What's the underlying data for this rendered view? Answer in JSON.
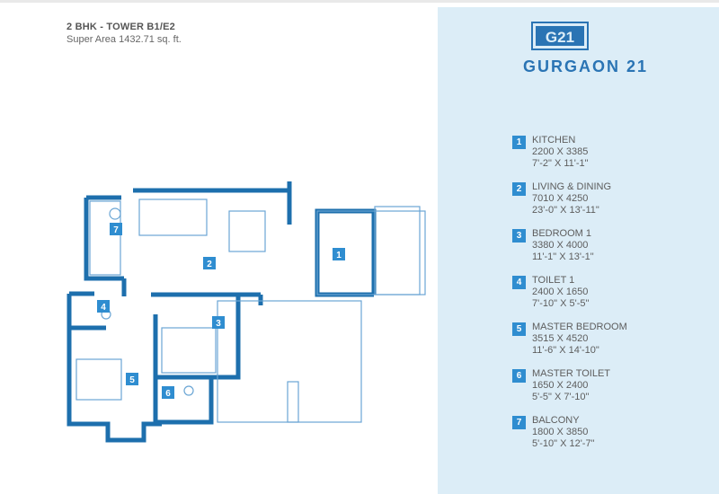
{
  "header": {
    "unit_title": "2 BHK - TOWER B1/E2",
    "super_area": "Super Area  1432.71 sq. ft."
  },
  "brand": {
    "logo_text": "G21",
    "name": "GURGAON 21",
    "color": "#2a74b4"
  },
  "colors": {
    "wall": "#1d6fad",
    "panel": "#dcedf7",
    "badge": "#2f8dd0"
  },
  "rooms": [
    {
      "num": "1",
      "name": "KITCHEN",
      "mm": "2200 X 3385",
      "ft": "7'-2\" X 11'-1\""
    },
    {
      "num": "2",
      "name": "LIVING & DINING",
      "mm": "7010 X 4250",
      "ft": "23'-0\" X 13'-11\""
    },
    {
      "num": "3",
      "name": "BEDROOM 1",
      "mm": "3380 X 4000",
      "ft": "11'-1\" X 13'-1\""
    },
    {
      "num": "4",
      "name": "TOILET 1",
      "mm": "2400 X 1650",
      "ft": "7'-10\" X 5'-5\""
    },
    {
      "num": "5",
      "name": "MASTER BEDROOM",
      "mm": "3515 X 4520",
      "ft": "11'-6\" X 14'-10\""
    },
    {
      "num": "6",
      "name": "MASTER TOILET",
      "mm": "1650 X 2400",
      "ft": "5'-5\" X 7'-10\""
    },
    {
      "num": "7",
      "name": "BALCONY",
      "mm": "1800 X 3850",
      "ft": "5'-10\" X 12'-7\""
    }
  ]
}
